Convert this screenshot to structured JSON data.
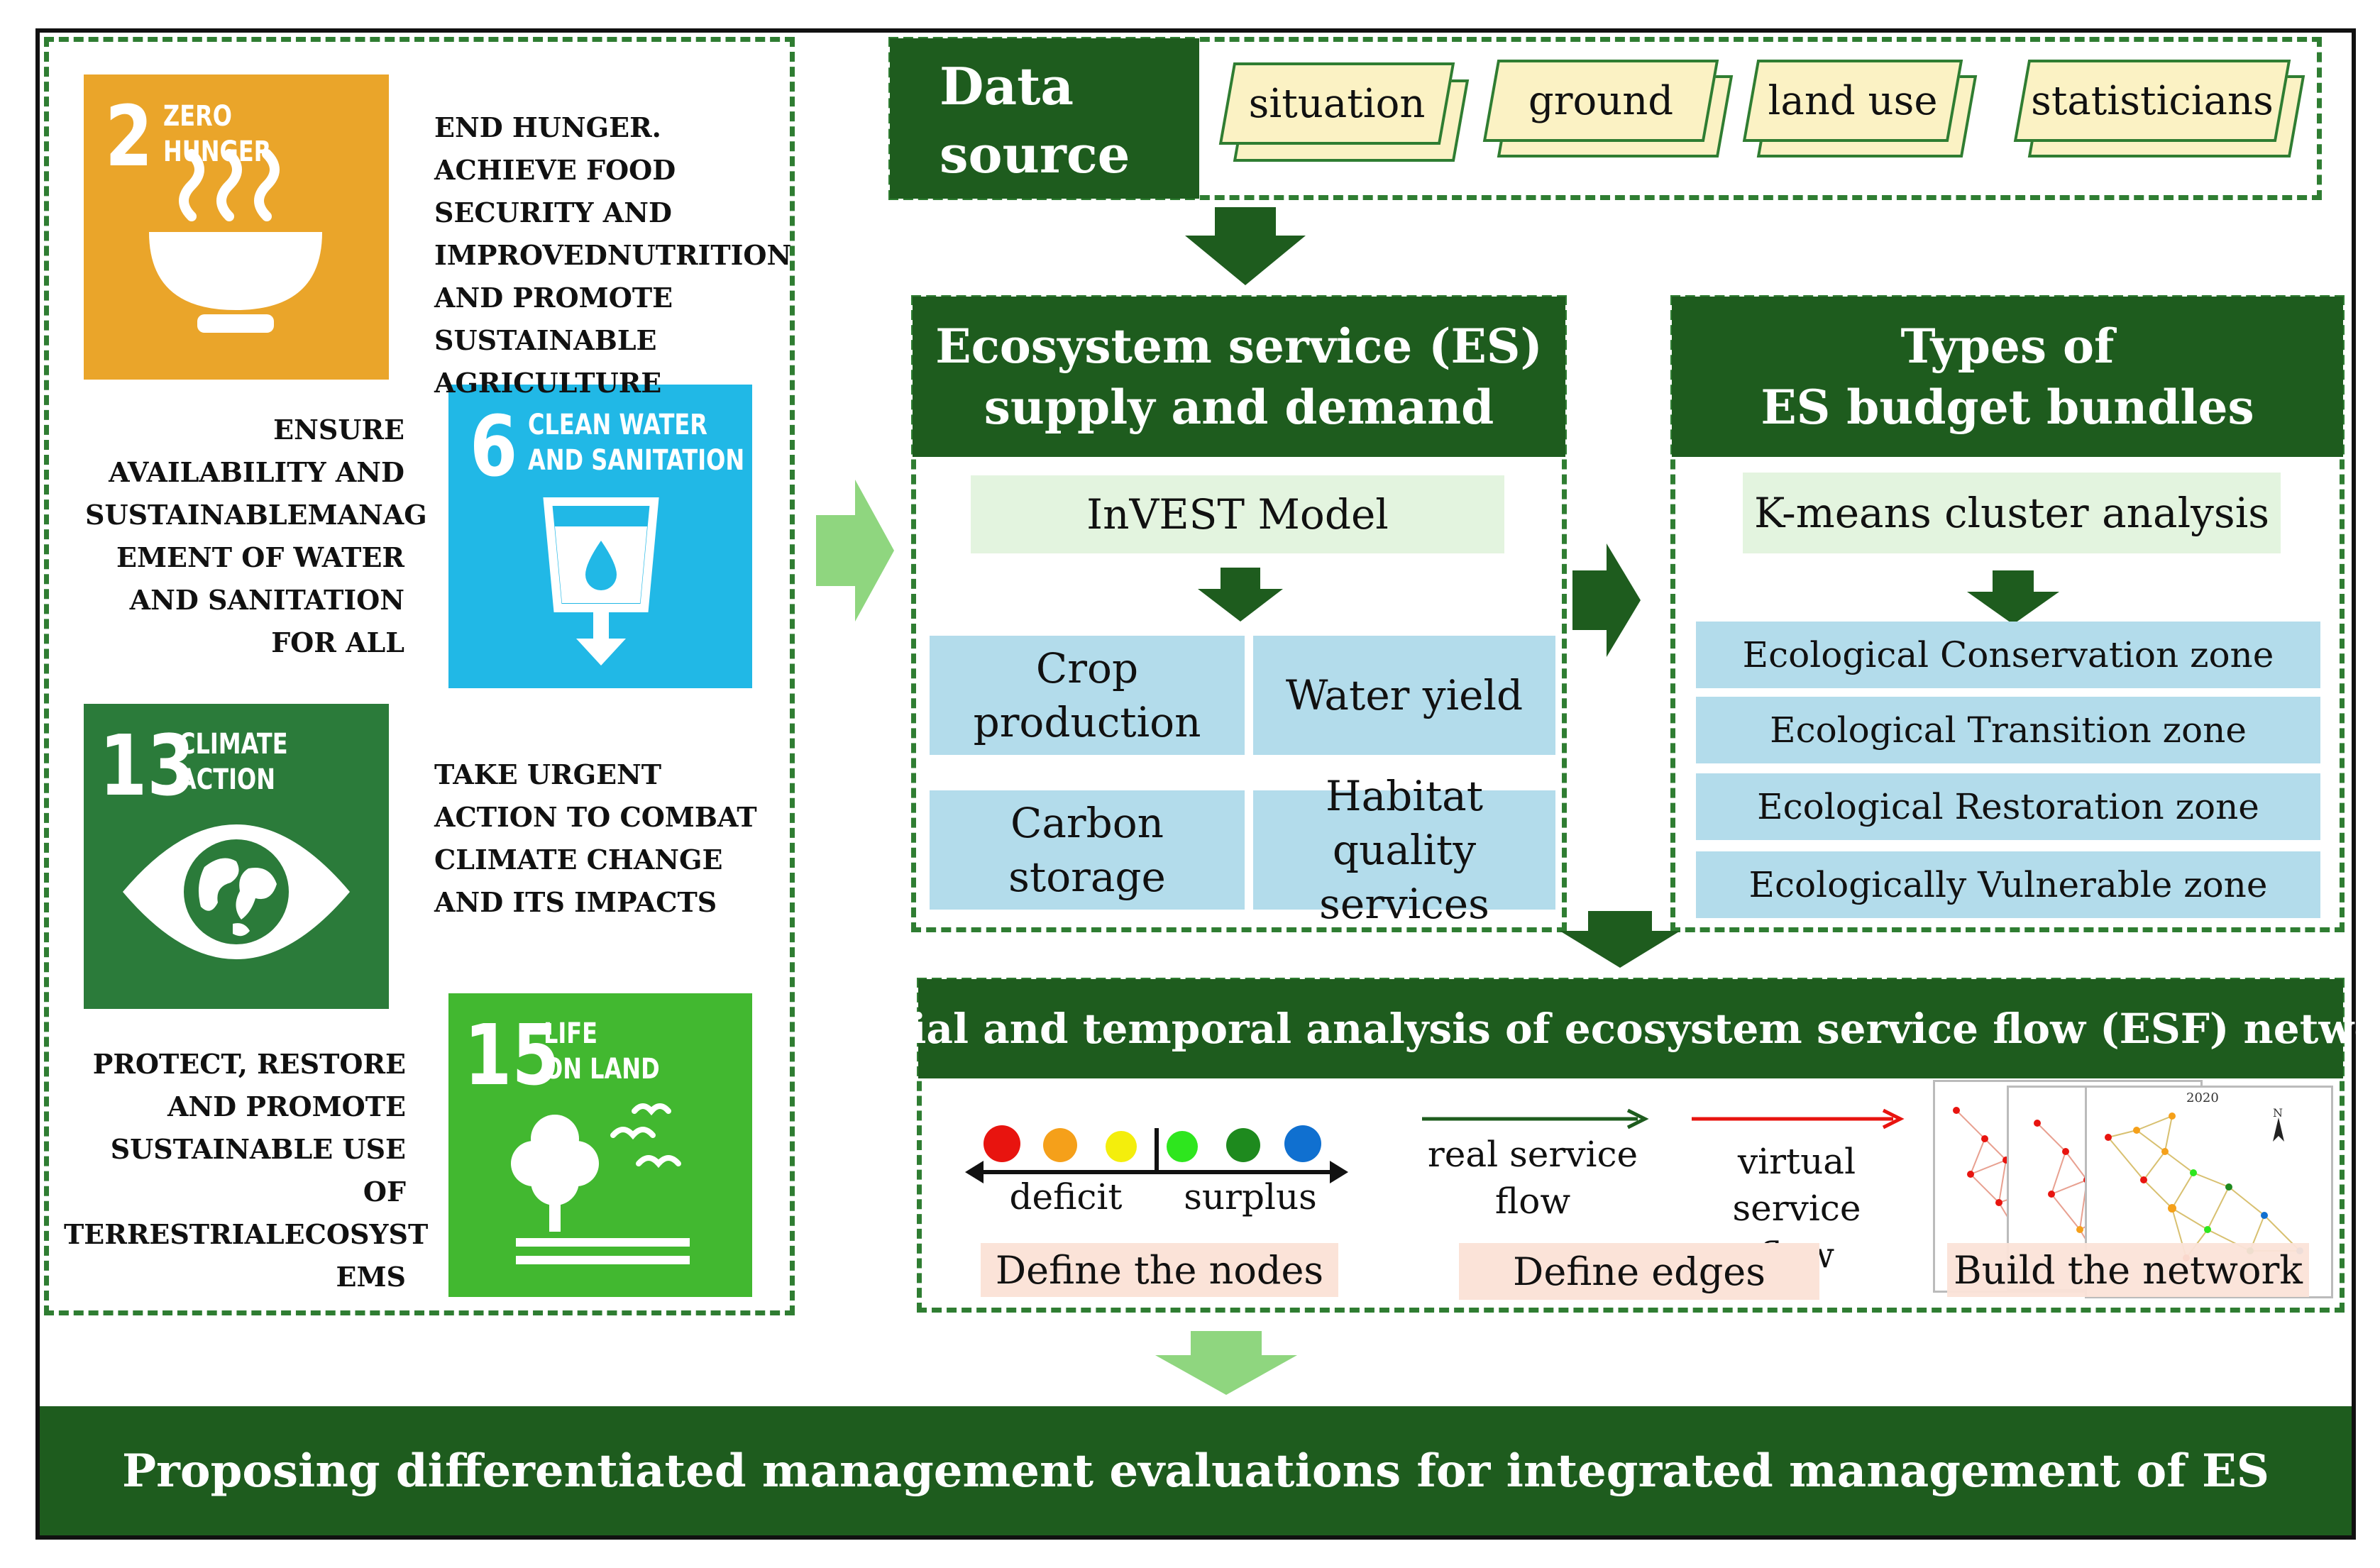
{
  "colors": {
    "dark_green": "#1e5c1e",
    "dash_green": "#2f7d32",
    "arrow_green": "#1e5c1e",
    "light_arrow_green": "#8fd67f",
    "sdg2": "#eaa52a",
    "sdg6": "#21b8e6",
    "sdg13": "#2b7b3a",
    "sdg15": "#42b830",
    "node_red": "#e8140f",
    "node_orange": "#f5a01a",
    "node_yellow": "#f4ee0c",
    "node_lime": "#2ee61e",
    "node_green": "#1e8a1e",
    "node_blue": "#1070d0"
  },
  "sdgs": [
    {
      "number": "2",
      "title": "ZERO\nHUNGER",
      "icon": "bowl-icon",
      "text": "END HUNGER. ACHIEVE FOOD SECURITY AND IMPROVEDNUTRITION AND PROMOTE SUSTAINABLE AGRICULTURE"
    },
    {
      "number": "6",
      "title": "CLEAN WATER\nAND SANITATION",
      "icon": "water-glass-icon",
      "text": "ENSURE AVAILABILITY AND SUSTAINABLEMANAG EMENT OF WATER AND SANITATION FOR ALL"
    },
    {
      "number": "13",
      "title": "CLIMATE\nACTION",
      "icon": "eye-globe-icon",
      "text": "TAKE URGENT ACTION TO COMBAT CLIMATE CHANGE AND ITS IMPACTS"
    },
    {
      "number": "15",
      "title": "LIFE\nON LAND",
      "icon": "tree-birds-icon",
      "text": "PROTECT, RESTORE AND PROMOTE SUSTAINABLE USE OF TERRESTRIALECOSYST EMS"
    }
  ],
  "data_source": {
    "title_line1": "Data",
    "title_line2": "source",
    "items": [
      "situation",
      "ground",
      "land use",
      "statisticians"
    ]
  },
  "es_panel": {
    "title_line1": "Ecosystem service (ES)",
    "title_line2": "supply and demand",
    "model": "InVEST Model",
    "services": [
      "Crop production",
      "Water yield",
      "Carbon storage",
      "Habitat quality services"
    ]
  },
  "bundle_panel": {
    "title_line1": "Types of",
    "title_line2": "ES budget bundles",
    "method": "K-means cluster analysis",
    "zones": [
      "Ecological Conservation zone",
      "Ecological Transition zone",
      "Ecological Restoration zone",
      "Ecologically Vulnerable zone"
    ]
  },
  "esf_panel": {
    "title": "Spatial and temporal analysis of ecosystem service flow (ESF) networks",
    "deficit": "deficit",
    "surplus": "surplus",
    "real_line1": "real service",
    "real_line2": "flow",
    "virtual_line1": "virtual service",
    "virtual_line2": "flow",
    "define_nodes": "Define the nodes",
    "define_edges": "Define edges",
    "build_network": "Build the network",
    "map_year": "2020",
    "north_label": "N"
  },
  "footer": {
    "title": "Proposing differentiated management evaluations for integrated management of ES"
  }
}
